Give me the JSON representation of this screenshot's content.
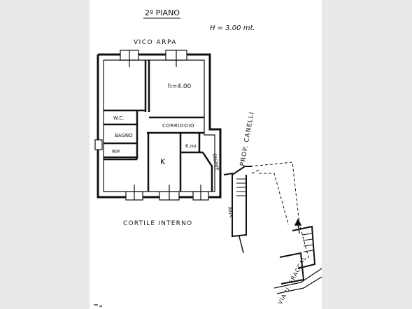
{
  "title": "2º PIANO",
  "height_note": "H = 3.00 mt.",
  "streets": {
    "top": "VICO ARPA",
    "right_property": "PROP. CANELLI",
    "bottom_right": "VIA U. FRACCAL"
  },
  "rooms": {
    "large_room_height": "h=4.00",
    "corridor": "CORRIDOIO",
    "wc": "W.C.",
    "bath": "BAGNO",
    "storage": "RIP.",
    "kitchen": "K",
    "kitchenette": "K.no",
    "hallway": "DISIMP.",
    "entrance": "INGR."
  },
  "courtyard": "CORTILE INTERNO"
}
